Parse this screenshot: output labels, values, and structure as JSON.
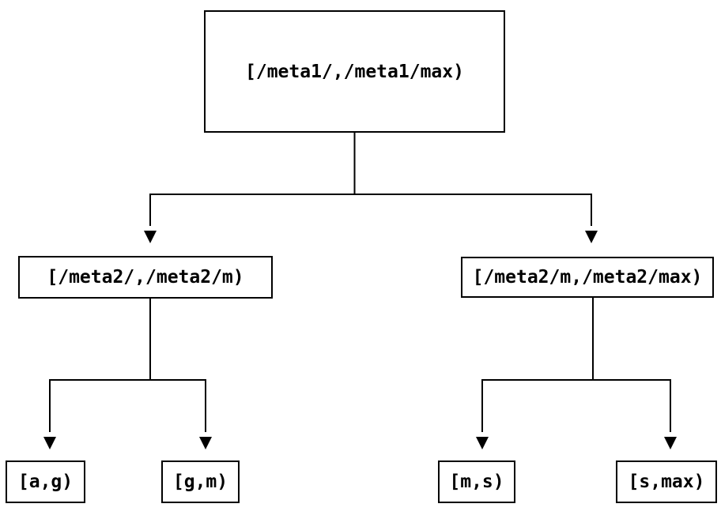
{
  "diagram": {
    "type": "tree",
    "background_color": "#ffffff",
    "line_color": "#000000",
    "text_color": "#000000",
    "nodes": [
      {
        "id": "root",
        "label": "[/meta1/,/meta1/max)",
        "level": 0
      },
      {
        "id": "meta2-low",
        "label": "[/meta2/,/meta2/m)",
        "level": 1
      },
      {
        "id": "meta2-high",
        "label": "[/meta2/m,/meta2/max)",
        "level": 1
      },
      {
        "id": "leaf-ag",
        "label": "[a,g)",
        "level": 2
      },
      {
        "id": "leaf-gm",
        "label": "[g,m)",
        "level": 2
      },
      {
        "id": "leaf-ms",
        "label": "[m,s)",
        "level": 2
      },
      {
        "id": "leaf-smax",
        "label": "[s,max)",
        "level": 2
      }
    ],
    "edges": [
      {
        "from": "root",
        "to": "meta2-low"
      },
      {
        "from": "root",
        "to": "meta2-high"
      },
      {
        "from": "meta2-low",
        "to": "leaf-ag"
      },
      {
        "from": "meta2-low",
        "to": "leaf-gm"
      },
      {
        "from": "meta2-high",
        "to": "leaf-ms"
      },
      {
        "from": "meta2-high",
        "to": "leaf-smax"
      }
    ]
  }
}
